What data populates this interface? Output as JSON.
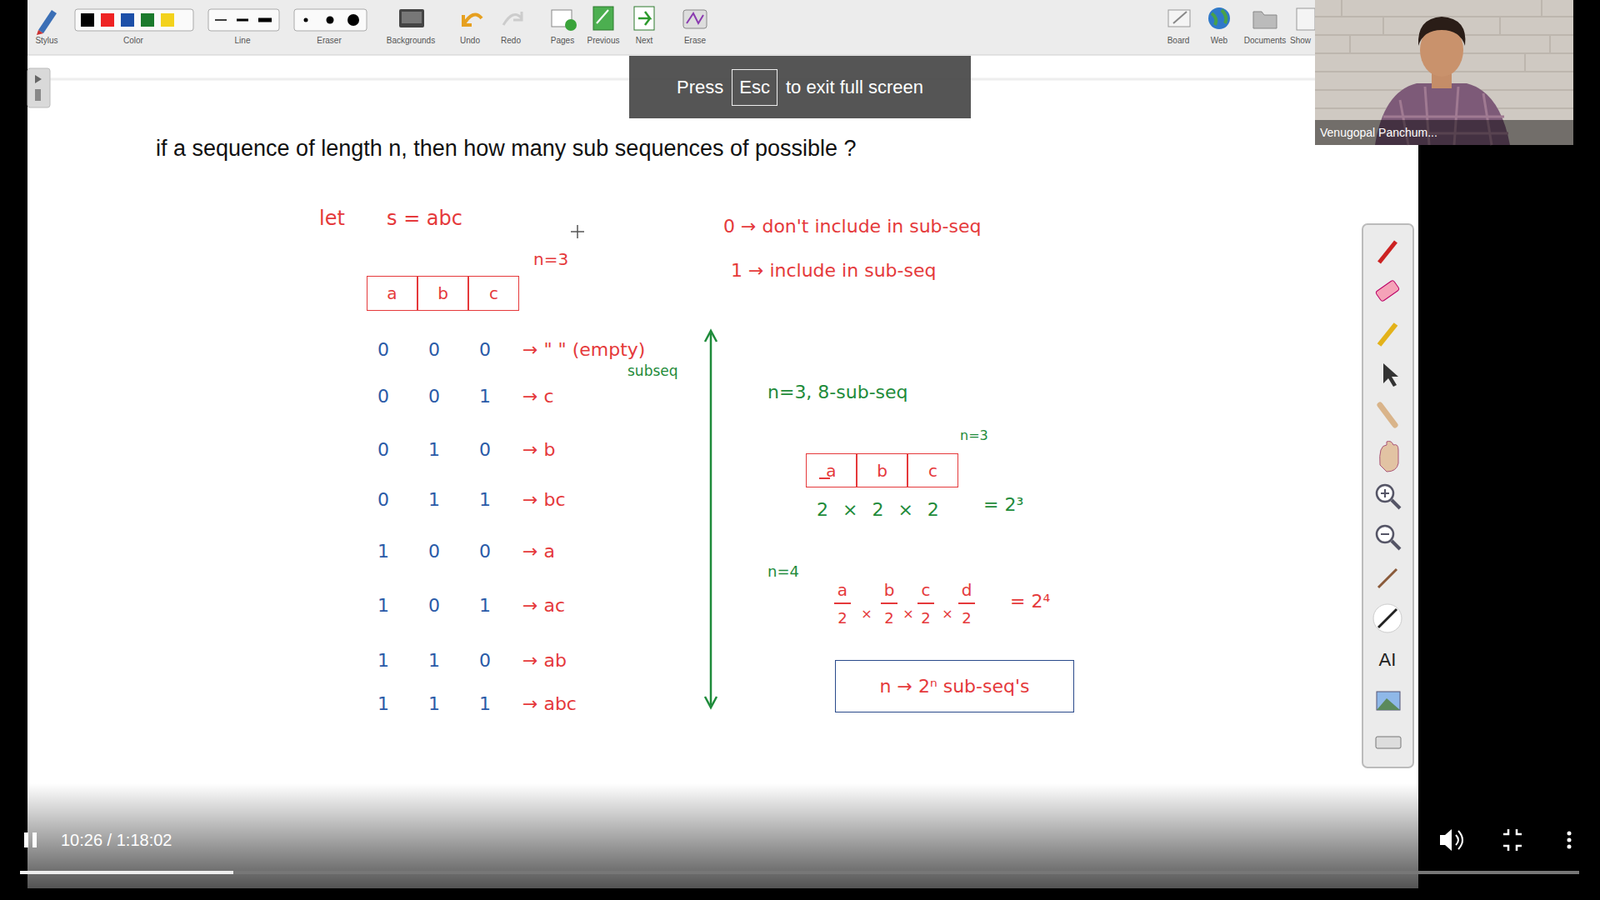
{
  "diagram": {
    "title": "if a sequence of length n, then how many sub sequences of possible ?",
    "nodes": [
      {
        "text": [
          "Press",
          "to exit full screen"
        ]
      },
      {
        "text": [
          "Esc"
        ],
        "in": 0
      },
      {
        "text": [
          "a"
        ]
      },
      {
        "text": [
          "b"
        ]
      },
      {
        "text": [
          "c"
        ]
      },
      {
        "text": [
          "a"
        ]
      },
      {
        "text": [
          "b"
        ]
      },
      {
        "text": [
          "c"
        ]
      },
      {
        "text": [
          "n → 2ⁿ sub-seq's"
        ]
      }
    ],
    "labels": [
      "Stylus",
      "Color",
      "Line",
      "Eraser",
      "Backgrounds",
      "Undo",
      "Redo",
      "Pages",
      "Previous",
      "Next",
      "Erase",
      "Board",
      "Web",
      "Documents",
      "Show",
      "Venugopal Panchum...",
      "let",
      "s = abc",
      "n=3",
      "0 → don't include in sub-seq",
      "1 → include in sub-seq",
      "0 0 0",
      "→ \" \" (empty)",
      "subseq",
      "0 0 1",
      "→ c",
      "0 1 0",
      "→ b",
      "0 1 1",
      "→ bc",
      "1 0 0",
      "→ a",
      "1 0 1",
      "→ ac",
      "1 1 0",
      "→ ab",
      "1 1 1",
      "→ abc",
      "n=3, 8-sub-seq",
      "n=3",
      "2 × 2 × 2",
      "= 2³",
      "n=4",
      "a",
      "2",
      "×",
      "b",
      "2",
      "×",
      "c",
      "2",
      "×",
      "d",
      "2",
      "= 2⁴",
      "AI",
      "10:26 / 1:18:02"
    ]
  }
}
